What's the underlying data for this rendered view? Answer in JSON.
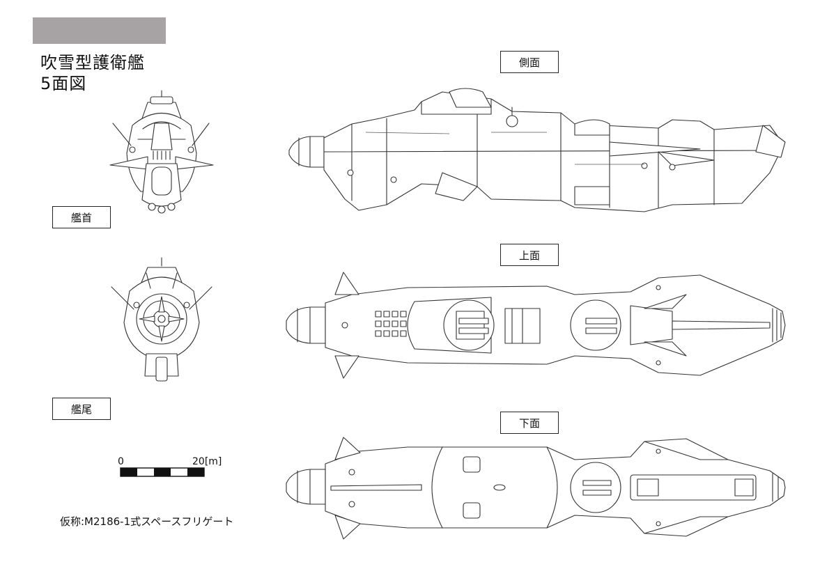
{
  "header": {
    "title_line1": "吹雪型護衛艦",
    "title_line2": "5面図"
  },
  "views": {
    "bow_label": "艦首",
    "stern_label": "艦尾",
    "side_label": "側面",
    "top_label": "上面",
    "bottom_label": "下面"
  },
  "scale_bar": {
    "start_label": "0",
    "end_label": "20[m]",
    "segments": 5
  },
  "caption": "仮称:M2186-1式スペースフリゲート",
  "colors": {
    "header_bar": "#a7a3a4",
    "line": "#333333"
  }
}
